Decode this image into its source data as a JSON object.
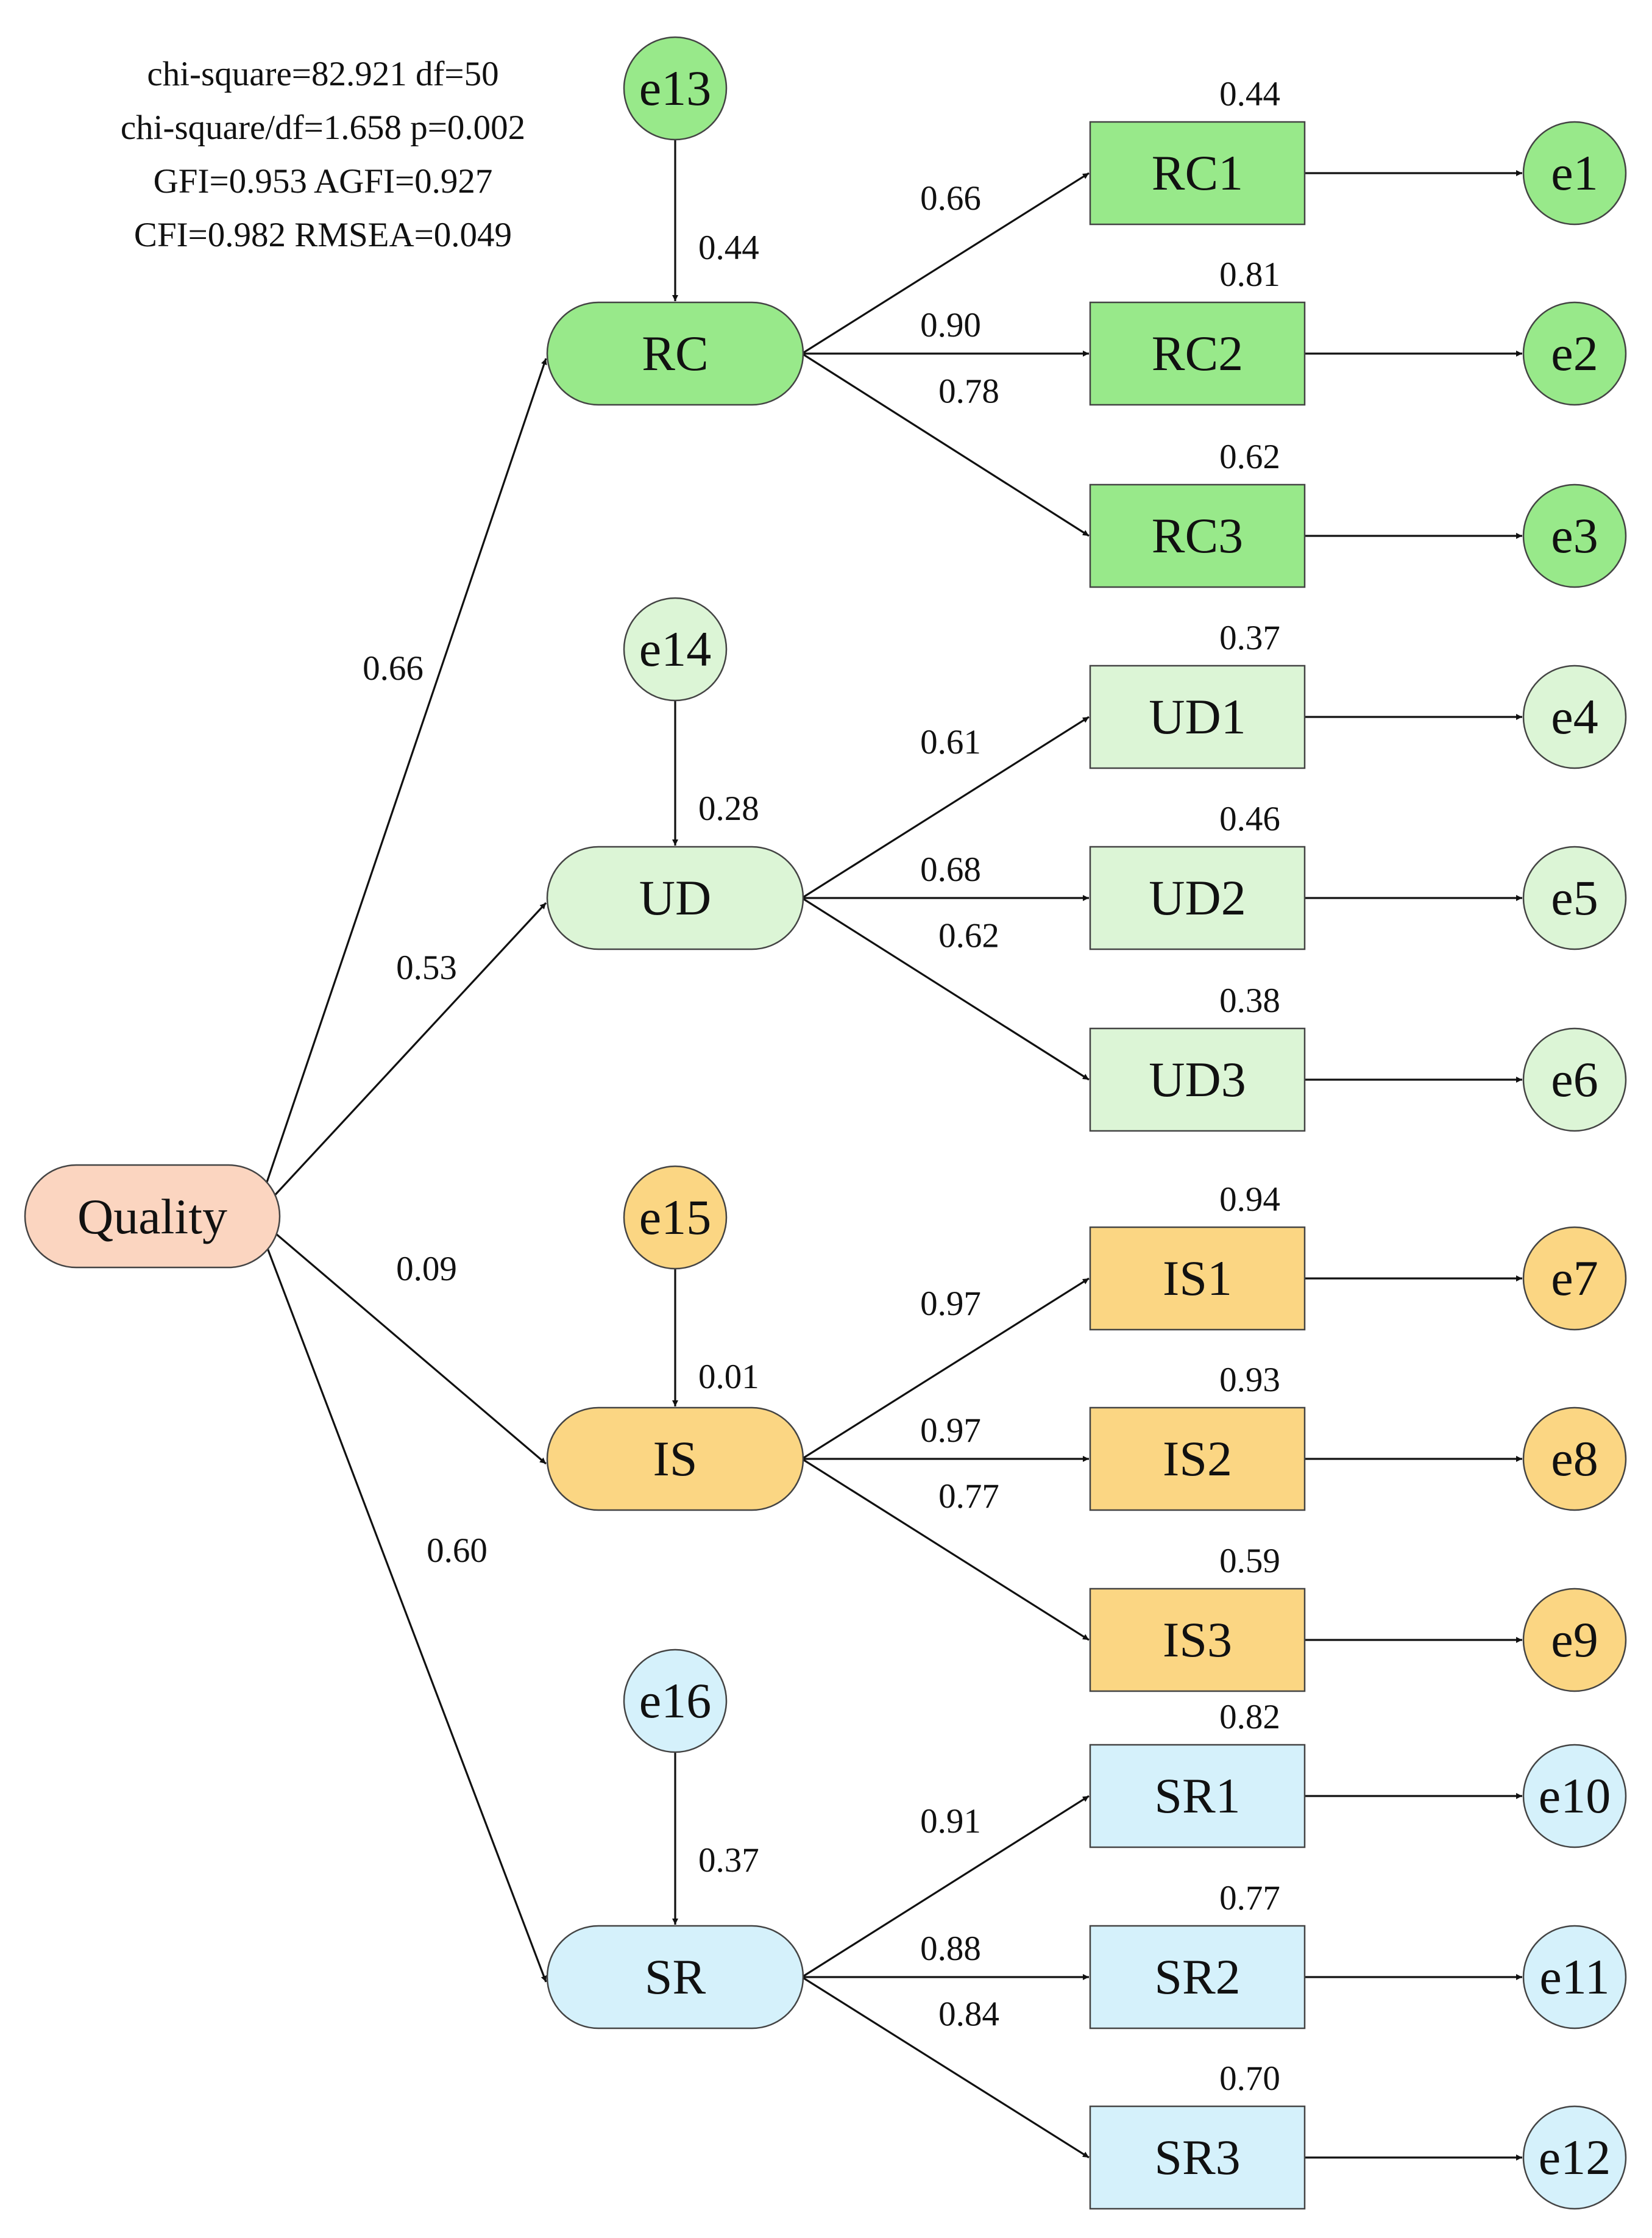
{
  "fit_stats": [
    "chi-square=82.921 df=50",
    "chi-square/df=1.658 p=0.002",
    "GFI=0.953 AGFI=0.927",
    "CFI=0.982 RMSEA=0.049"
  ],
  "colors": {
    "quality": "#fbd5c0",
    "rc": "#98e98a",
    "ud": "#dcf5d6",
    "is": "#fbd683",
    "sr": "#d5f1fb",
    "stroke": "#444444"
  },
  "quality": {
    "label": "Quality"
  },
  "groups": [
    {
      "key": "rc",
      "latent": "RC",
      "error": "e13",
      "error_coef": "0.44",
      "path_coef": "0.66",
      "indicators": [
        {
          "label": "RC1",
          "loading": "0.66",
          "r2": "0.44",
          "error": "e1"
        },
        {
          "label": "RC2",
          "loading": "0.90",
          "r2": "0.81",
          "error": "e2"
        },
        {
          "label": "RC3",
          "loading": "0.78",
          "r2": "0.62",
          "error": "e3"
        }
      ]
    },
    {
      "key": "ud",
      "latent": "UD",
      "error": "e14",
      "error_coef": "0.28",
      "path_coef": "0.53",
      "indicators": [
        {
          "label": "UD1",
          "loading": "0.61",
          "r2": "0.37",
          "error": "e4"
        },
        {
          "label": "UD2",
          "loading": "0.68",
          "r2": "0.46",
          "error": "e5"
        },
        {
          "label": "UD3",
          "loading": "0.62",
          "r2": "0.38",
          "error": "e6"
        }
      ]
    },
    {
      "key": "is",
      "latent": "IS",
      "error": "e15",
      "error_coef": "0.01",
      "path_coef": "0.09",
      "indicators": [
        {
          "label": "IS1",
          "loading": "0.97",
          "r2": "0.94",
          "error": "e7"
        },
        {
          "label": "IS2",
          "loading": "0.97",
          "r2": "0.93",
          "error": "e8"
        },
        {
          "label": "IS3",
          "loading": "0.77",
          "r2": "0.59",
          "error": "e9"
        }
      ]
    },
    {
      "key": "sr",
      "latent": "SR",
      "error": "e16",
      "error_coef": "0.37",
      "path_coef": "0.60",
      "indicators": [
        {
          "label": "SR1",
          "loading": "0.91",
          "r2": "0.82",
          "error": "e10"
        },
        {
          "label": "SR2",
          "loading": "0.88",
          "r2": "0.77",
          "error": "e11"
        },
        {
          "label": "SR3",
          "loading": "0.84",
          "r2": "0.70",
          "error": "e12"
        }
      ]
    }
  ]
}
